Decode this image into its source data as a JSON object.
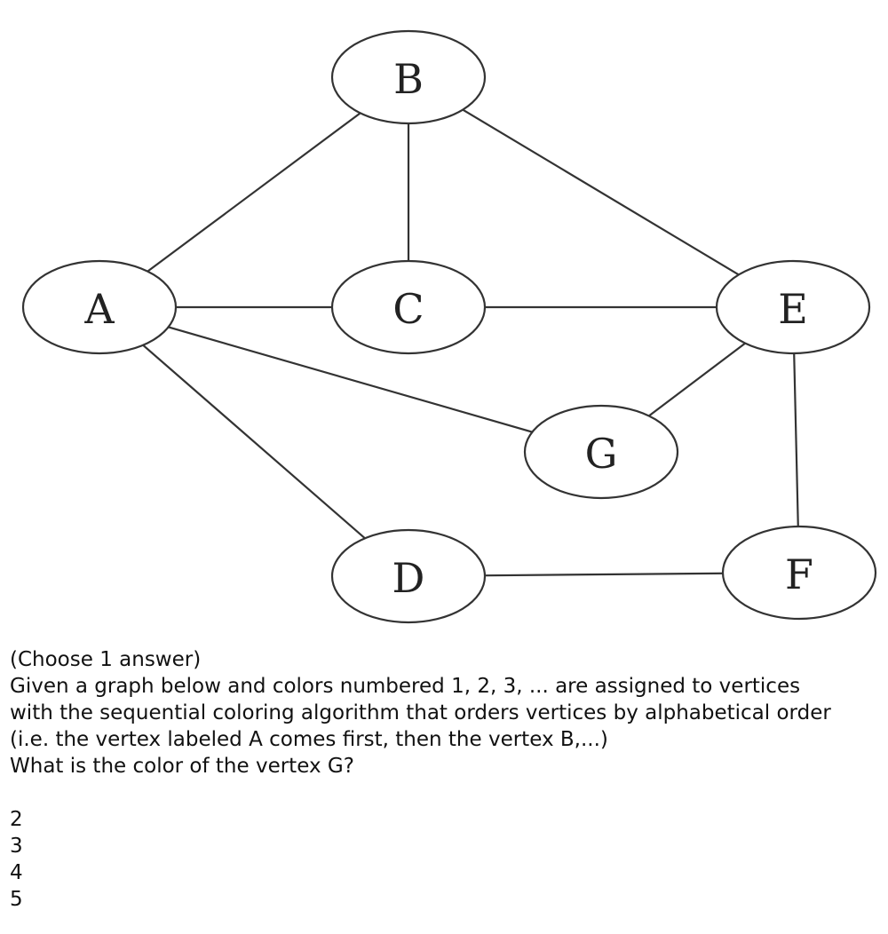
{
  "graph": {
    "nodes": [
      {
        "id": "B",
        "label": "B"
      },
      {
        "id": "A",
        "label": "A"
      },
      {
        "id": "C",
        "label": "C"
      },
      {
        "id": "E",
        "label": "E"
      },
      {
        "id": "G",
        "label": "G"
      },
      {
        "id": "D",
        "label": "D"
      },
      {
        "id": "F",
        "label": "F"
      }
    ],
    "edges": [
      [
        "A",
        "B"
      ],
      [
        "B",
        "C"
      ],
      [
        "B",
        "E"
      ],
      [
        "A",
        "C"
      ],
      [
        "C",
        "E"
      ],
      [
        "A",
        "G"
      ],
      [
        "E",
        "G"
      ],
      [
        "A",
        "D"
      ],
      [
        "E",
        "F"
      ],
      [
        "D",
        "F"
      ]
    ]
  },
  "question": {
    "instruction": "(Choose 1 answer)",
    "lines": [
      "Given a graph below and colors numbered 1, 2, 3, ... are assigned to vertices",
      "with the sequential coloring algorithm that orders vertices by alphabetical order",
      "(i.e. the vertex labeled A comes first, then the vertex B,...)",
      "What is the color of the vertex G?"
    ],
    "options": [
      "2",
      "3",
      "4",
      "5"
    ]
  }
}
